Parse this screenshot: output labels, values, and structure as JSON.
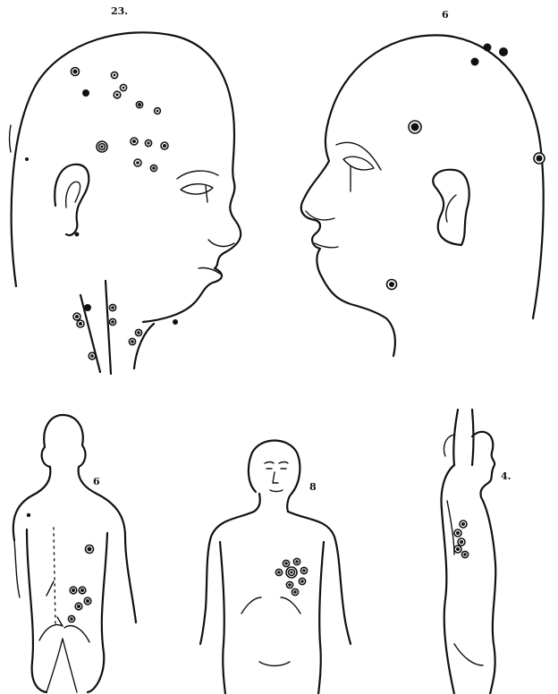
{
  "figures": [
    {
      "id": "head-left",
      "label": "23."
    },
    {
      "id": "head-right",
      "label": "6"
    },
    {
      "id": "back-figure",
      "label": "6"
    },
    {
      "id": "front-torso",
      "label": "8"
    },
    {
      "id": "side-figure",
      "label": "4."
    }
  ]
}
